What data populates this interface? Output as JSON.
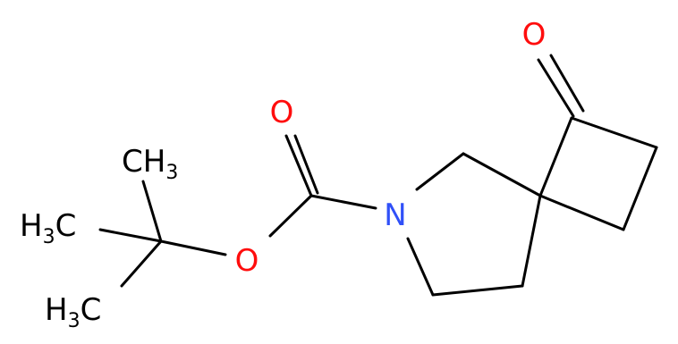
{
  "atoms": {
    "o_ketone": "O",
    "o_carbonyl": "O",
    "o_ester": "O",
    "n_amine": "N",
    "ch3_top": {
      "main": "CH",
      "sub": "3"
    },
    "h3c_mid": {
      "main": "H",
      "sub": "3",
      "tail": "C"
    },
    "h3c_bottom": {
      "main": "H",
      "sub": "3",
      "tail": "C"
    }
  },
  "colors": {
    "oxygen": "#ff0d0d",
    "nitrogen": "#3050f8",
    "carbon": "#000000",
    "background": "#ffffff"
  }
}
